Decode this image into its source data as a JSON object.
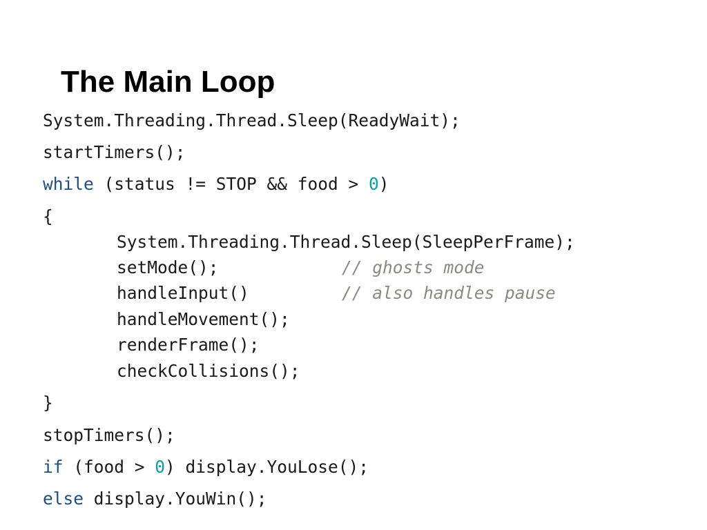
{
  "slide": {
    "title": "The Main Loop"
  },
  "code": {
    "l1": "System.Threading.Thread.Sleep(ReadyWait);",
    "l2": "startTimers();",
    "l3_kw": "while",
    "l3_a": " (status != STOP && food > ",
    "l3_num": "0",
    "l3_b": ")",
    "l4": "{",
    "l5": "System.Threading.Thread.Sleep(SleepPerFrame);",
    "l6_code": "setMode();",
    "l6_comment": "// ghosts mode",
    "l7_code": "handleInput()",
    "l7_comment": "// also handles pause",
    "l8": "handleMovement();",
    "l9": "renderFrame();",
    "l10": "checkCollisions();",
    "l11": "}",
    "l12": "stopTimers();",
    "l13_kw": "if",
    "l13_a": " (food > ",
    "l13_num": "0",
    "l13_b": ") display.YouLose();",
    "l14_kw": "else",
    "l14_a": " display.YouWin();"
  },
  "colors": {
    "keyword": "#1f4e79",
    "number": "#0e9e9e",
    "comment": "#8a8a80",
    "text": "#1a1a1a"
  }
}
